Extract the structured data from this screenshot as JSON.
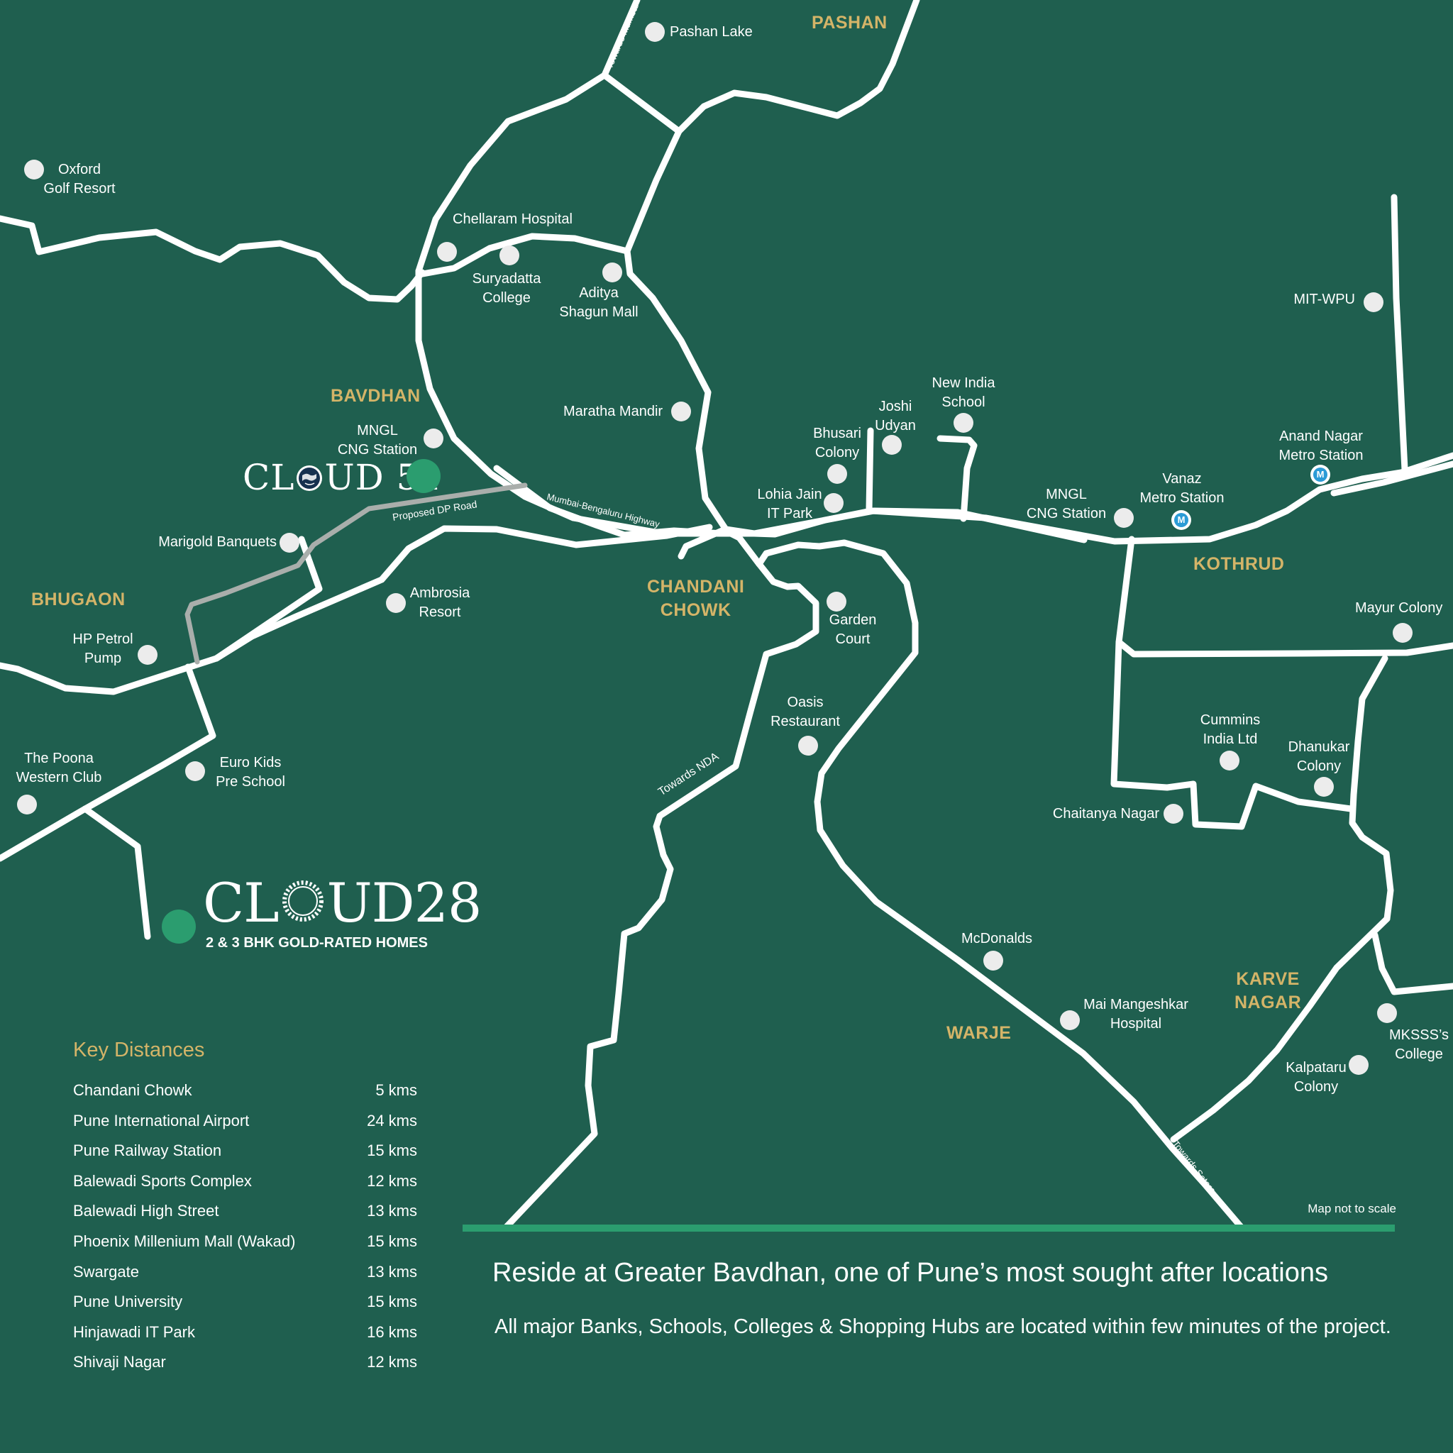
{
  "areas": {
    "pashan": "PASHAN",
    "bavdhan": "BAVDHAN",
    "bhugaon": "BHUGAON",
    "chandani_chowk": "CHANDANI\nCHOWK",
    "kothrud": "KOTHRUD",
    "warje": "WARJE",
    "karve_nagar": "KARVE\nNAGAR"
  },
  "places": {
    "pashan_lake": "Pashan Lake",
    "oxford_golf_resort": "Oxford\nGolf Resort",
    "chellaram_hospital": "Chellaram Hospital",
    "suryadatta_college": "Suryadatta\nCollege",
    "aditya_shagun_mall": "Aditya\nShagun Mall",
    "maratha_mandir": "Maratha Mandir",
    "mngl_bavdhan": "MNGL\nCNG Station",
    "marigold_banquets": "Marigold Banquets",
    "ambrosia_resort": "Ambrosia\nResort",
    "hp_petrol_pump": "HP Petrol\nPump",
    "poona_western_club": "The Poona\nWestern Club",
    "euro_kids": "Euro Kids\nPre School",
    "bhusari_colony": "Bhusari\nColony",
    "joshi_udyan": "Joshi\nUdyan",
    "new_india_school": "New India\nSchool",
    "lohia_jain_it_park": "Lohia Jain\nIT Park",
    "garden_court": "Garden\nCourt",
    "oasis_restaurant": "Oasis\nRestaurant",
    "mngl_kothrud": "MNGL\nCNG Station",
    "vanaz_metro": "Vanaz\nMetro Station",
    "anand_nagar_metro": "Anand Nagar\nMetro Station",
    "mit_wpu": "MIT-WPU",
    "mayur_colony": "Mayur Colony",
    "cummins": "Cummins\nIndia Ltd",
    "dhanukar_colony": "Dhanukar\nColony",
    "chaitanya_nagar": "Chaitanya Nagar",
    "mcdonalds": "McDonalds",
    "mai_mangeshkar": "Mai Mangeshkar\nHospital",
    "kalpataru_colony": "Kalpataru\nColony",
    "mksss_college": "MKSSS’s\nCollege"
  },
  "metro_glyph": "M",
  "roads": {
    "towards_mumbai": "Towards Mumbai",
    "mumbai_bengaluru_highway": "Mumbai-Bengaluru Highway",
    "proposed_dp_road": "Proposed DP Road",
    "towards_nda": "Towards NDA",
    "towards_satara": "Towards Satara"
  },
  "projects": {
    "cloud51": {
      "name_left": "CL",
      "name_right": "UD 51"
    },
    "cloud28": {
      "name_left": "CL",
      "name_right": "UD28",
      "tagline": "2 & 3 BHK GOLD-RATED HOMES"
    }
  },
  "key_distances": {
    "title": "Key Distances",
    "rows": [
      {
        "place": "Chandani Chowk",
        "distance": "5 kms"
      },
      {
        "place": "Pune International Airport",
        "distance": "24 kms"
      },
      {
        "place": "Pune Railway Station",
        "distance": "15 kms"
      },
      {
        "place": "Balewadi Sports Complex",
        "distance": "12 kms"
      },
      {
        "place": "Balewadi High Street",
        "distance": "13 kms"
      },
      {
        "place": "Phoenix Millenium Mall (Wakad)",
        "distance": "15 kms"
      },
      {
        "place": "Swargate",
        "distance": "13 kms"
      },
      {
        "place": "Pune University",
        "distance": "15 kms"
      },
      {
        "place": "Hinjawadi IT Park",
        "distance": "16 kms"
      },
      {
        "place": "Shivaji Nagar",
        "distance": "12 kms"
      }
    ]
  },
  "map_note": "Map not to scale",
  "headline": "Reside at Greater Bavdhan, one of Pune’s most sought after locations",
  "subline": "All major Banks, Schools, Colleges & Shopping Hubs are located within few minutes of the project.",
  "colors": {
    "background": "#1f5f4f",
    "road": "#ffffff",
    "proposed_road": "#a9aeab",
    "area_label": "#d4b468",
    "accent_green": "#2b9d6f",
    "metro_blue": "#2b9bd6"
  }
}
